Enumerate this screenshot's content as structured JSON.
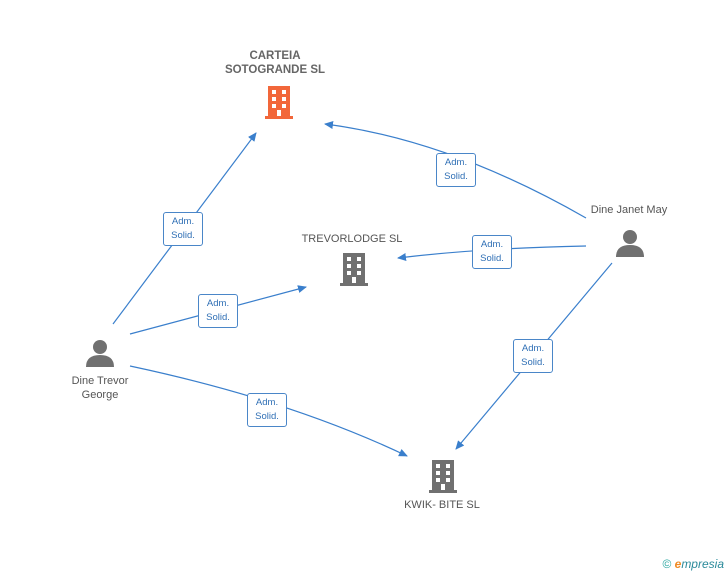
{
  "colors": {
    "edge": "#3a7fcc",
    "highlight_company": "#f2673a",
    "company": "#707070",
    "person": "#707070",
    "badge_border": "#4a86c8"
  },
  "nodes": {
    "carteia": {
      "line1": "CARTEIA",
      "line2": "SOTOGRANDE SL",
      "icon": "building-icon"
    },
    "trevorlodge": {
      "label": "TREVORLODGE SL",
      "icon": "building-icon"
    },
    "kwik": {
      "label": "KWIK- BITE SL",
      "icon": "building-icon"
    },
    "dine_janet": {
      "label": "Dine Janet May",
      "icon": "person-icon"
    },
    "dine_trevor": {
      "line1": "Dine Trevor",
      "line2": "George",
      "icon": "person-icon"
    }
  },
  "edges": {
    "trevor_carteia": {
      "line1": "Adm.",
      "line2": "Solid."
    },
    "trevor_trevorlodge": {
      "line1": "Adm.",
      "line2": "Solid."
    },
    "trevor_kwik": {
      "line1": "Adm.",
      "line2": "Solid."
    },
    "janet_carteia": {
      "line1": "Adm.",
      "line2": "Solid."
    },
    "janet_trevorlodge": {
      "line1": "Adm.",
      "line2": "Solid."
    },
    "janet_kwik": {
      "line1": "Adm.",
      "line2": "Solid."
    }
  },
  "footer": {
    "copyright": "©",
    "brand_first": "e",
    "brand_rest": "mpresia"
  }
}
